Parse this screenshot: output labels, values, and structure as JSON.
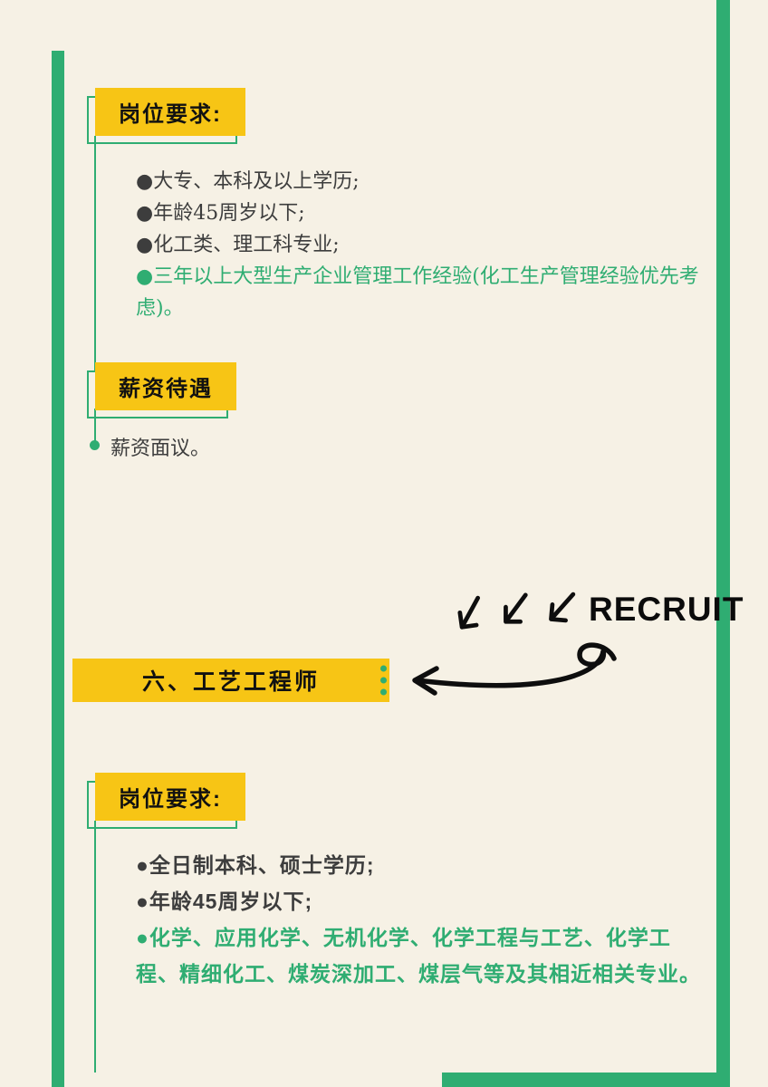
{
  "colors": {
    "green": "#2FAD72",
    "yellow": "#F7C515",
    "background": "#F6F1E5",
    "text_dark": "#3D3D3D",
    "ink": "#111111"
  },
  "sections": {
    "requirements1": {
      "header": "岗位要求:",
      "bullets": [
        {
          "text": "●大专、本科及以上学历;",
          "cls": "dark"
        },
        {
          "text": "●年龄45周岁以下;",
          "cls": "dark"
        },
        {
          "text": "●化工类、理工科专业;",
          "cls": "dark"
        },
        {
          "text": "●三年以上大型生产企业管理工作经验(化工生产管理经验优先考虑)。",
          "cls": "green"
        }
      ]
    },
    "salary": {
      "header": "薪资待遇",
      "note": "薪资面议。"
    },
    "recruit": {
      "label": "RECRUIT"
    },
    "position6": {
      "banner": "六、工艺工程师"
    },
    "requirements2": {
      "header": "岗位要求:",
      "bullets": [
        {
          "text": "●全日制本科、硕士学历;",
          "cls": "dark"
        },
        {
          "text": "●年龄45周岁以下;",
          "cls": "dark"
        },
        {
          "text": "●化学、应用化学、无机化学、化学工程与工艺、化学工程、精细化工、煤炭深加工、煤层气等及其相近相关专业。",
          "cls": "green"
        }
      ]
    }
  }
}
